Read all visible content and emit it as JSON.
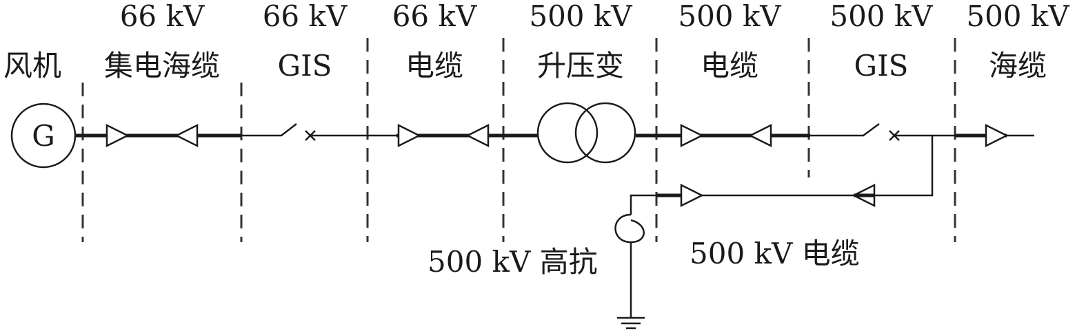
{
  "sections": [
    {
      "line1": "",
      "line2": "风机"
    },
    {
      "line1": "66 kV",
      "line2": "集电海缆"
    },
    {
      "line1": "66 kV",
      "line2": "GIS"
    },
    {
      "line1": "66 kV",
      "line2": "电缆"
    },
    {
      "line1": "500 kV",
      "line2": "升压变"
    },
    {
      "line1": "500 kV",
      "line2": "电缆"
    },
    {
      "line1": "500 kV",
      "line2": "GIS"
    },
    {
      "line1": "500 kV",
      "line2": "海缆"
    }
  ],
  "generator": {
    "symbol": "G"
  },
  "reactor_label": "500 kV 高抗",
  "branch_cable_label": "500 kV 电缆"
}
